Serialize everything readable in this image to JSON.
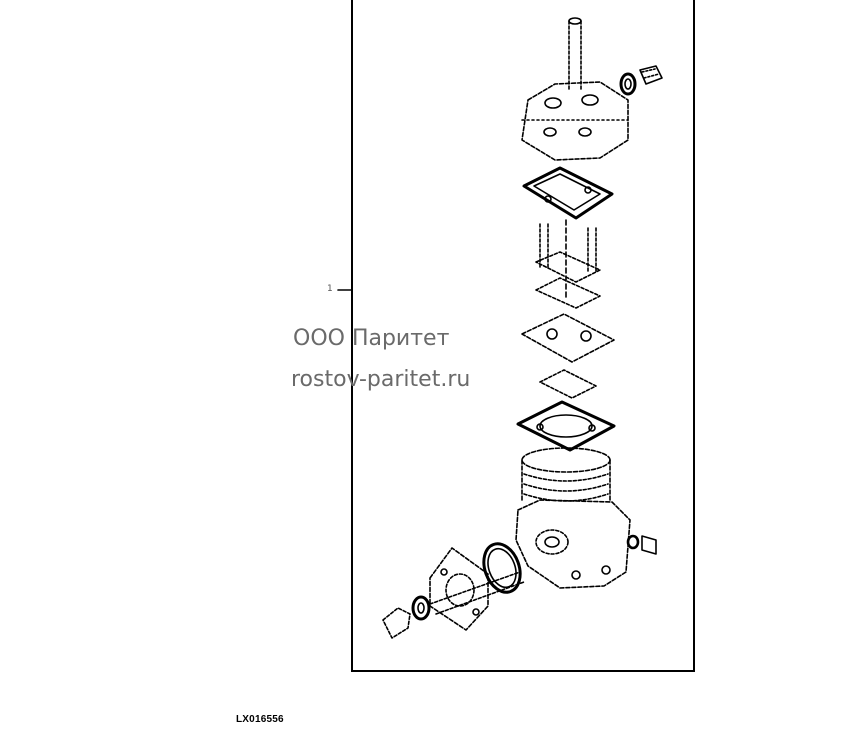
{
  "diagram": {
    "callout_number": "1",
    "figure_id": "LX016556"
  },
  "watermark": {
    "line1": "ООО Паритет",
    "line2": "rostov-paritet.ru"
  }
}
